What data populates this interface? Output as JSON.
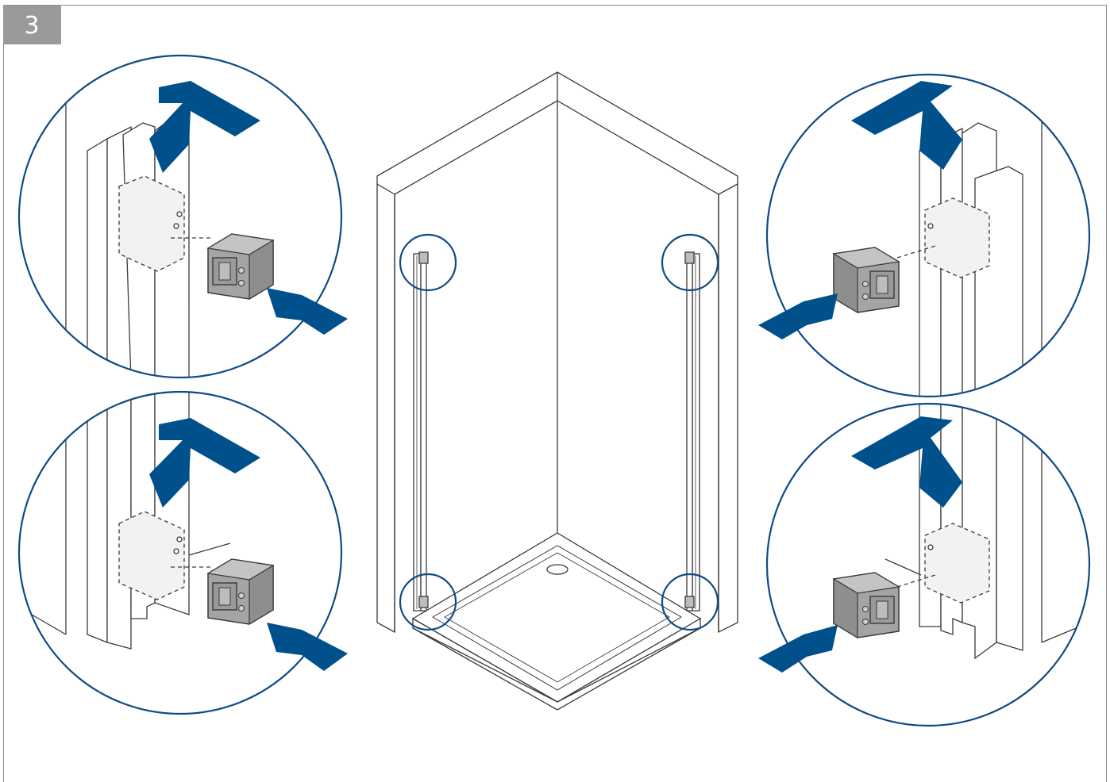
{
  "step": {
    "number": "3",
    "badge_color": "#9a9a9a"
  },
  "colors": {
    "arrow": "#00508c",
    "callout_circle": "#0f4a84",
    "line": "#3a3a3a",
    "bracket_fill": "#a4a4a4",
    "wall_fill": "#ffffff"
  },
  "callouts": [
    {
      "id": "top-left",
      "content": "bracket-insert-detail"
    },
    {
      "id": "bottom-left",
      "content": "bracket-insert-detail"
    },
    {
      "id": "top-right",
      "content": "bracket-insert-detail"
    },
    {
      "id": "bottom-right",
      "content": "bracket-insert-detail"
    }
  ],
  "icons": [
    "down-arrow-icon",
    "diagonal-arrow-icon",
    "bracket-icon"
  ]
}
